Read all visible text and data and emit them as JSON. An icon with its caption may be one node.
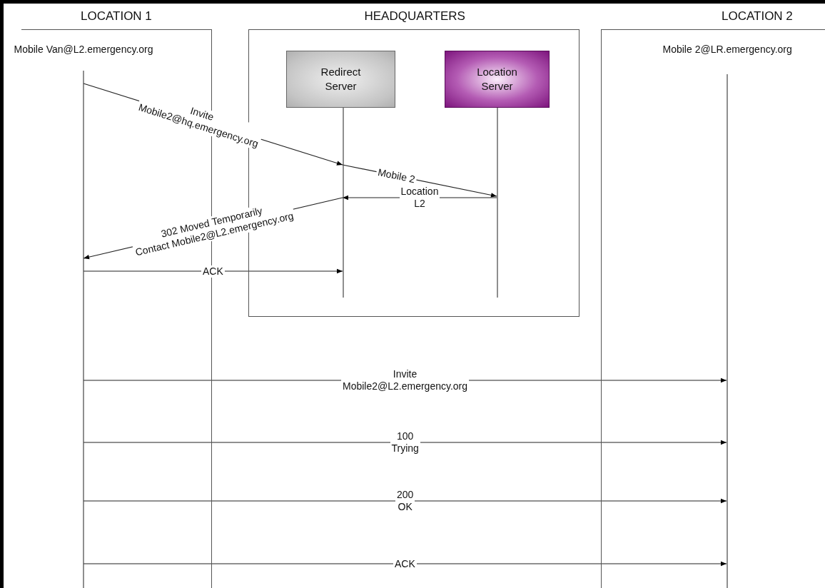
{
  "diagram": {
    "nodes": [
      {
        "text": [
          "LOCATION 1"
        ]
      },
      {
        "text": [
          "HEADQUARTERS"
        ]
      },
      {
        "text": [
          "LOCATION 2"
        ]
      },
      {
        "text": [
          "Mobile Van@L2.emergency.org"
        ],
        "in": 0
      },
      {
        "text": [
          "Redirect Server"
        ],
        "in": 1
      },
      {
        "text": [
          "Location Server"
        ],
        "in": 1
      },
      {
        "text": [
          "Mobile 2@LR.emergency.org"
        ],
        "in": 2
      }
    ],
    "edges": [
      {
        "from": 3,
        "to": 4,
        "arrow": "to",
        "label": "Invite Mobile2@hq.emergency.org"
      },
      {
        "from": 4,
        "to": 5,
        "arrow": "to",
        "label": "Mobile 2"
      },
      {
        "from": 5,
        "to": 4,
        "arrow": "to",
        "label": "Location L2"
      },
      {
        "from": 4,
        "to": 3,
        "arrow": "to",
        "label": "302 Moved Temporarily Contact Mobile2@L2.emergency.org"
      },
      {
        "from": 3,
        "to": 4,
        "arrow": "to",
        "label": "ACK"
      },
      {
        "from": 3,
        "to": 6,
        "arrow": "to",
        "label": "Invite Mobile2@L2.emergency.org"
      },
      {
        "from": 3,
        "to": 6,
        "arrow": "to",
        "label": "100 Trying"
      },
      {
        "from": 3,
        "to": 6,
        "arrow": "to",
        "label": "200 OK"
      },
      {
        "from": 3,
        "to": 6,
        "arrow": "to",
        "label": "ACK"
      }
    ]
  }
}
